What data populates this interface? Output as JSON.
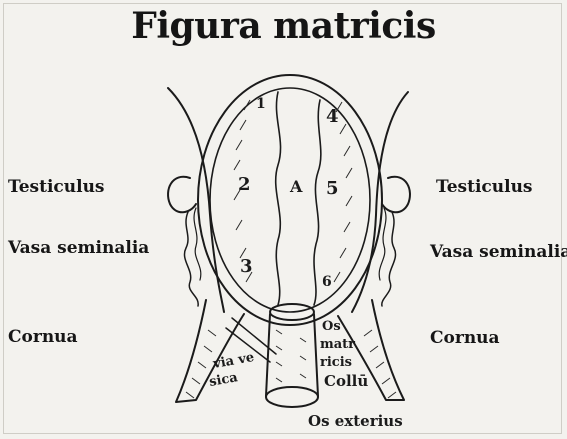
{
  "title": "Figura matricis",
  "labels": {
    "left_testiculus": "Testiculus",
    "left_vasa": "Vasa seminalia",
    "left_cornua": "Cornua",
    "right_testiculus": "Testiculus",
    "right_vasa": "Vasa seminalia",
    "right_cornua": "Cornua"
  },
  "cell_numbers": [
    "1",
    "2",
    "3",
    "4",
    "5",
    "6",
    "A"
  ],
  "inner_labels": {
    "os_line1": "Os",
    "os_line2": "matr",
    "os_line3": "ricis",
    "via_line1": "via ve",
    "via_line2": "sica",
    "collum": "Collū",
    "os_exterius": "Os exterius"
  }
}
